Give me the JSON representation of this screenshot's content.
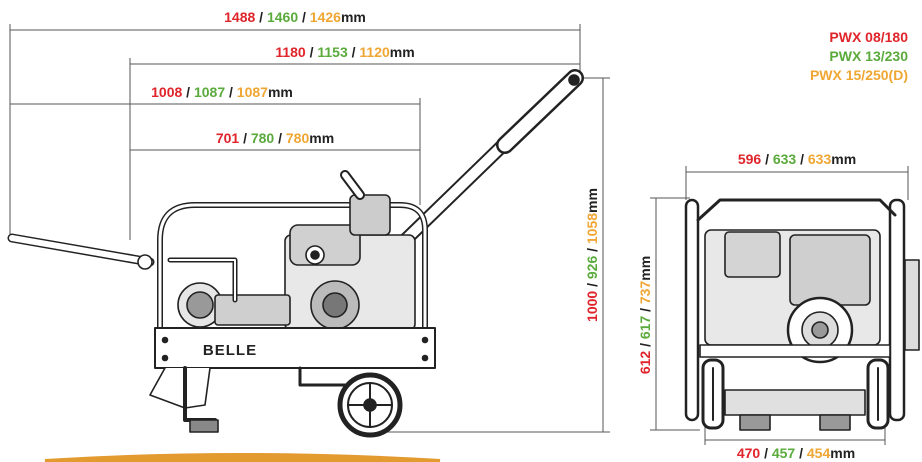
{
  "colors": {
    "red": "#e0242b",
    "green": "#5aab3c",
    "orange": "#f0a632",
    "ink": "#222222",
    "line": "#555555",
    "accent_bar": "#e39a2e"
  },
  "legend": {
    "model_1": "PWX 08/180",
    "model_2": "PWX 13/230",
    "model_3": "PWX 15/250(D)"
  },
  "dimensions": {
    "overall_length": {
      "v1": "1488",
      "v2": "1460",
      "v3": "1426",
      "unit": "mm"
    },
    "handle_length": {
      "v1": "1180",
      "v2": "1153",
      "v3": "1120",
      "unit": "mm"
    },
    "frame_length": {
      "v1": "1008",
      "v2": "1087",
      "v3": "1087",
      "unit": "mm"
    },
    "body_length": {
      "v1": "701",
      "v2": "780",
      "v3": "780",
      "unit": "mm"
    },
    "overall_height": {
      "v1": "1000",
      "v2": "926",
      "v3": "1058",
      "unit": "mm"
    },
    "frame_height": {
      "v1": "612",
      "v2": "617",
      "v3": "737",
      "unit": "mm"
    },
    "top_width": {
      "v1": "596",
      "v2": "633",
      "v3": "633",
      "unit": "mm"
    },
    "base_width": {
      "v1": "470",
      "v2": "457",
      "v3": "454",
      "unit": "mm"
    }
  },
  "separator": " / ",
  "brand_label": "BELLE"
}
